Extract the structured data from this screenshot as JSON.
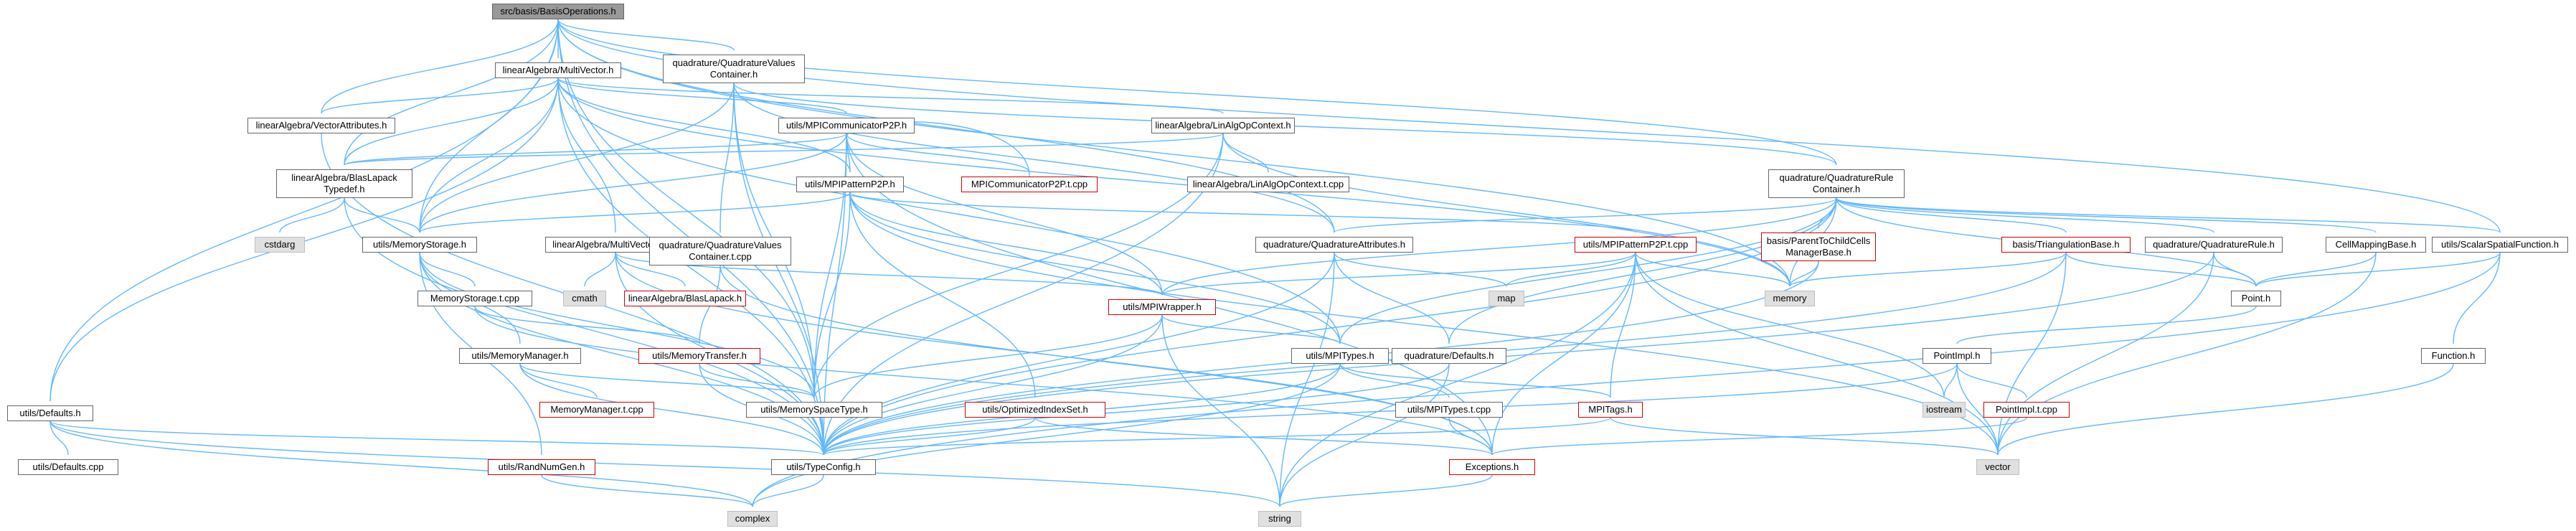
{
  "colors": {
    "edge": "#63b8ff",
    "red_border": "#d10000",
    "grey_fill": "#e0e0e0",
    "root_fill": "#999999"
  },
  "nodes": {
    "root": "src/basis/BasisOperations.h",
    "multivector": "linearAlgebra/MultiVector.h",
    "qvc": "quadrature/QuadratureValues\nContainer.h",
    "vectorattr": "linearAlgebra/VectorAttributes.h",
    "mpicomm": "utils/MPICommunicatorP2P.h",
    "mpicommt": "MPICommunicatorP2P.t.cpp",
    "linalgopctx": "linearAlgebra/LinAlgOpContext.h",
    "linalgopctxt": "linearAlgebra/LinAlgOpContext.t.cpp",
    "blaslapacktypedef": "linearAlgebra/BlasLapack\nTypedef.h",
    "mpipattern": "utils/MPIPatternP2P.h",
    "qrc": "quadrature/QuadratureRule\nContainer.h",
    "cstdarg": "cstdarg",
    "memstorage": "utils/MemoryStorage.h",
    "mvtcpp": "linearAlgebra/MultiVector.t.cpp",
    "qvctcpp": "quadrature/QuadratureValues\nContainer.t.cpp",
    "qattr": "quadrature/QuadratureAttributes.h",
    "mpipatterntcpp": "utils/MPIPatternP2P.t.cpp",
    "parentchild": "basis/ParentToChildCells\nManagerBase.h",
    "triangulation": "basis/TriangulationBase.h",
    "qrule": "quadrature/QuadratureRule.h",
    "cellmapping": "CellMappingBase.h",
    "scalarfn": "utils/ScalarSpatialFunction.h",
    "cmath": "cmath",
    "blaslapack": "linearAlgebra/BlasLapack.h",
    "memstoraget": "MemoryStorage.t.cpp",
    "map": "map",
    "memory": "memory",
    "point": "Point.h",
    "mpiwrapper": "utils/MPIWrapper.h",
    "memmanager": "utils/MemoryManager.h",
    "memtransfer": "utils/MemoryTransfer.h",
    "mpitypes": "utils/MPITypes.h",
    "qdefaults": "quadrature/Defaults.h",
    "pointimpl": "PointImpl.h",
    "function": "Function.h",
    "memmanagert": "MemoryManager.t.cpp",
    "memspacetype": "utils/MemorySpaceType.h",
    "optidxset": "utils/OptimizedIndexSet.h",
    "mpitypest": "utils/MPITypes.t.cpp",
    "mpitags": "MPITags.h",
    "iostream": "iostream",
    "pointimplt": "PointImpl.t.cpp",
    "udefaults": "utils/Defaults.h",
    "udefaultscpp": "utils/Defaults.cpp",
    "typeconfig": "utils/TypeConfig.h",
    "exceptions": "Exceptions.h",
    "vector": "vector",
    "randnumgen": "utils/RandNumGen.h",
    "complex": "complex",
    "string": "string"
  }
}
